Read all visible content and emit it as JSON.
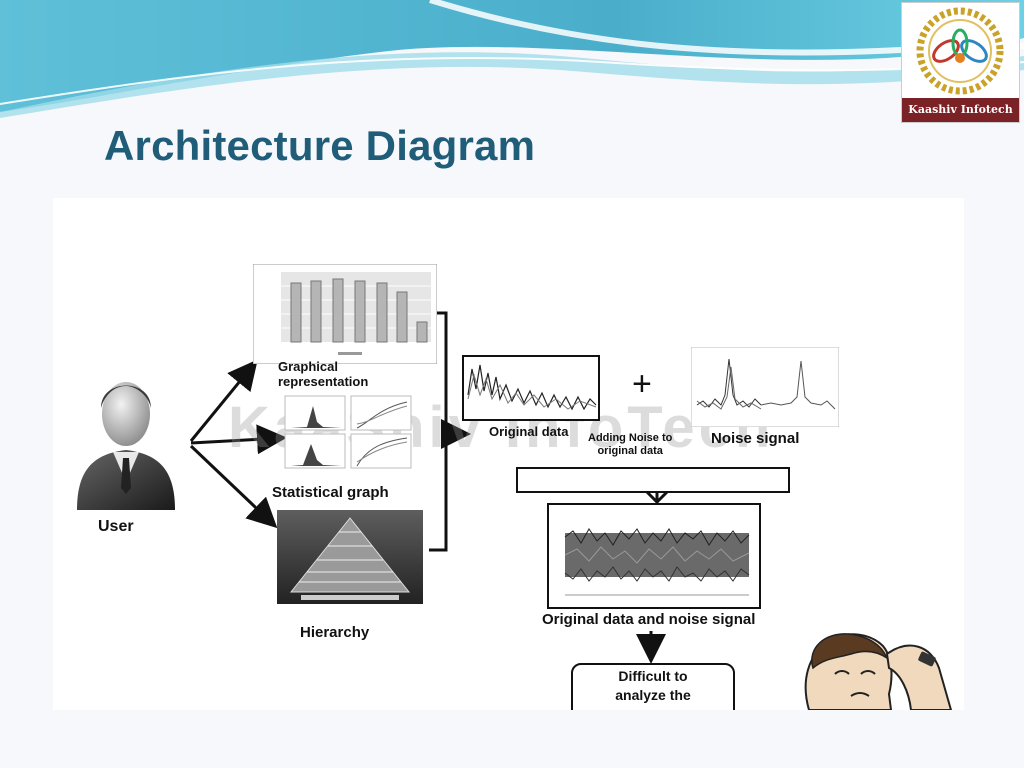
{
  "brand": {
    "logo_text": "Kaashiv Infotech",
    "accent": "#1f5d79",
    "logo_bar": "#7a2226"
  },
  "slide": {
    "title": "Architecture Diagram"
  },
  "diagram": {
    "watermark": "KaaShiv InfoTech",
    "user_label": "User",
    "graphical_label": "Graphical\nrepresentation",
    "statistical_label": "Statistical graph",
    "hierarchy_label": "Hierarchy",
    "original_data_label": "Original data",
    "adding_noise_label": "Adding Noise to\noriginal data",
    "noise_signal_label": "Noise signal",
    "plus_sign": "+",
    "combined_label": "Original data and noise signal",
    "difficult_text": "Difficult to\nanalyze the"
  }
}
